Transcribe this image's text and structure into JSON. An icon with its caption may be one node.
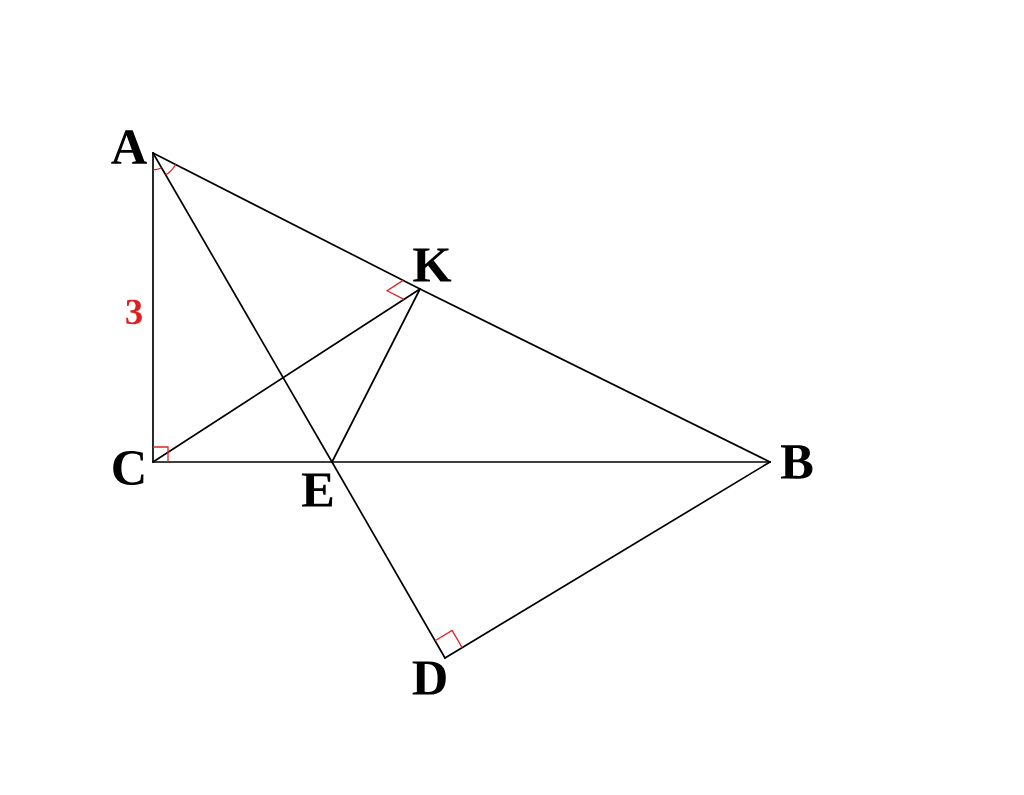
{
  "diagram": {
    "nodes": [
      {
        "text": [
          "A"
        ]
      },
      {
        "text": [
          "K"
        ]
      },
      {
        "text": [
          "C"
        ]
      },
      {
        "text": [
          "E"
        ]
      },
      {
        "text": [
          "B"
        ]
      },
      {
        "text": [
          "D"
        ]
      }
    ],
    "edges": [
      {
        "from": 0,
        "to": 2,
        "arrow": "none"
      },
      {
        "from": 2,
        "to": 3,
        "arrow": "none"
      },
      {
        "from": 3,
        "to": 4,
        "arrow": "none"
      },
      {
        "from": 0,
        "to": 1,
        "arrow": "none"
      },
      {
        "from": 1,
        "to": 4,
        "arrow": "none"
      },
      {
        "from": 0,
        "to": 3,
        "arrow": "none"
      },
      {
        "from": 3,
        "to": 5,
        "arrow": "none"
      },
      {
        "from": 5,
        "to": 4,
        "arrow": "none"
      },
      {
        "from": 2,
        "to": 1,
        "arrow": "none"
      },
      {
        "from": 1,
        "to": 3,
        "arrow": "none"
      }
    ],
    "labels": [
      "3"
    ]
  }
}
